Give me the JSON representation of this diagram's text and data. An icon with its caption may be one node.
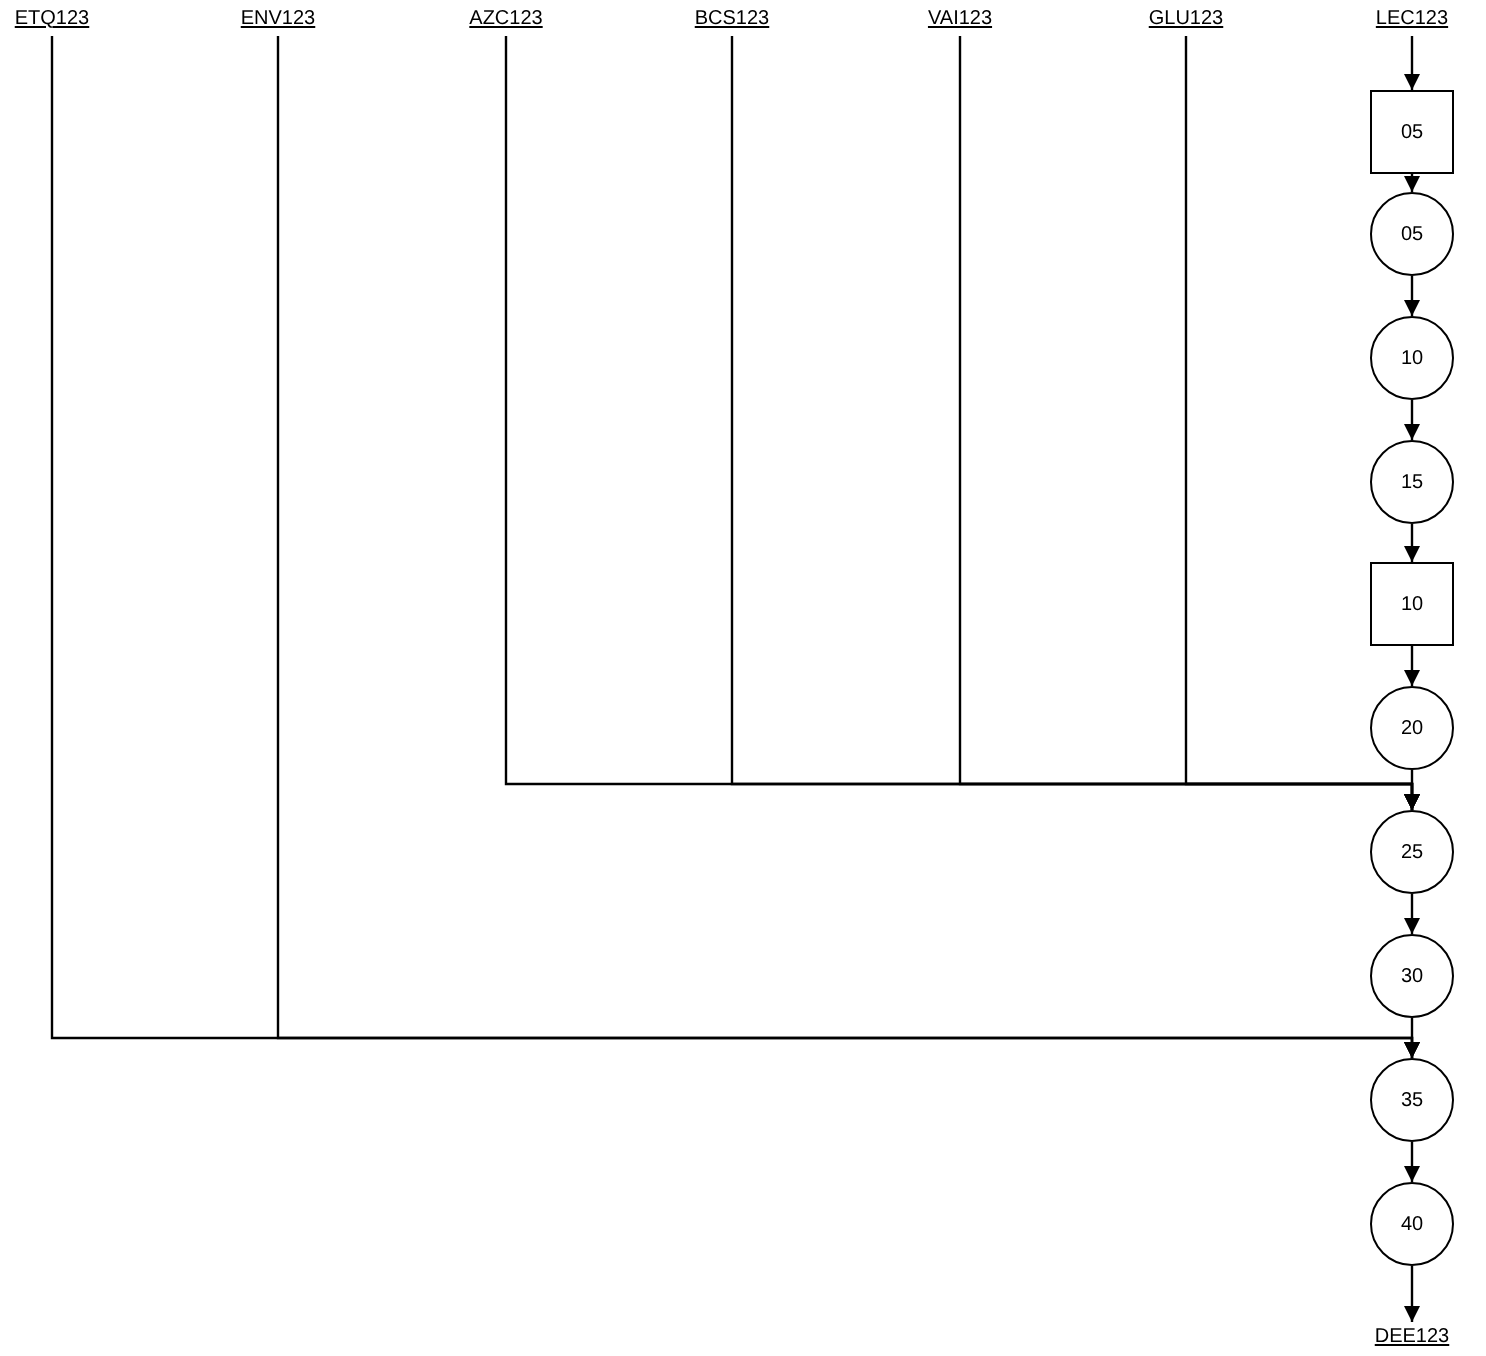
{
  "diagram": {
    "nodes": [
      {
        "text": [
          "ETQ123"
        ]
      },
      {
        "text": [
          "ENV123"
        ]
      },
      {
        "text": [
          "AZC123"
        ]
      },
      {
        "text": [
          "BCS123"
        ]
      },
      {
        "text": [
          "VAI123"
        ]
      },
      {
        "text": [
          "GLU123"
        ]
      },
      {
        "text": [
          "LEC123"
        ]
      },
      {
        "text": [
          "05"
        ]
      },
      {
        "text": [
          "05"
        ]
      },
      {
        "text": [
          "10"
        ]
      },
      {
        "text": [
          "15"
        ]
      },
      {
        "text": [
          "10"
        ]
      },
      {
        "text": [
          "20"
        ]
      },
      {
        "text": [
          "25"
        ]
      },
      {
        "text": [
          "30"
        ]
      },
      {
        "text": [
          "35"
        ]
      },
      {
        "text": [
          "40"
        ]
      },
      {
        "text": [
          "DEE123"
        ]
      }
    ],
    "edges": [
      {
        "from": 6,
        "to": 7,
        "arrow": "to"
      },
      {
        "from": 7,
        "to": 8,
        "arrow": "to"
      },
      {
        "from": 8,
        "to": 9,
        "arrow": "to"
      },
      {
        "from": 9,
        "to": 10,
        "arrow": "to"
      },
      {
        "from": 10,
        "to": 11,
        "arrow": "to"
      },
      {
        "from": 11,
        "to": 12,
        "arrow": "to"
      },
      {
        "from": 12,
        "to": 13,
        "arrow": "to"
      },
      {
        "from": 13,
        "to": 14,
        "arrow": "to"
      },
      {
        "from": 14,
        "to": 15,
        "arrow": "to"
      },
      {
        "from": 15,
        "to": 16,
        "arrow": "to"
      },
      {
        "from": 16,
        "to": 17,
        "arrow": "to"
      },
      {
        "from": 2,
        "to": 13,
        "arrow": "to"
      },
      {
        "from": 3,
        "to": 13,
        "arrow": "to"
      },
      {
        "from": 4,
        "to": 13,
        "arrow": "to"
      },
      {
        "from": 5,
        "to": 13,
        "arrow": "to"
      },
      {
        "from": 0,
        "to": 15,
        "arrow": "to"
      },
      {
        "from": 1,
        "to": 15,
        "arrow": "to"
      }
    ]
  }
}
